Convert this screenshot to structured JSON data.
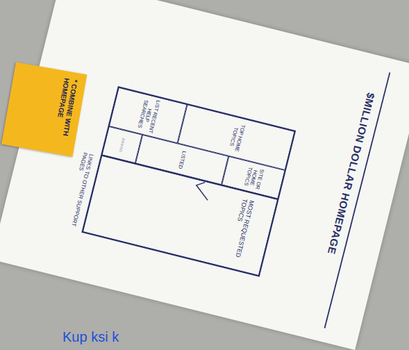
{
  "diagram": {
    "title": "$MILLION DOLLAR HOMEPAGE",
    "nodes": [
      {
        "text": [
          "TOP HOME TOPICS"
        ]
      },
      {
        "text": [
          "SITE OR HOME TOPICS"
        ]
      },
      {
        "text": [
          "LISTED"
        ]
      },
      {
        "text": [
          "LIST RECENT HELP SEARCHES"
        ]
      },
      {
        "text": [
          "○○○○○"
        ]
      },
      {
        "text": [
          "MOST REQUESTED TOPICS"
        ]
      },
      {
        "text": [
          "* COMBINE WITH HOMEPAGE"
        ]
      }
    ],
    "labels": [
      "LINKS TO OTHER SUPPORT PAGES",
      "Kup ksi k"
    ]
  }
}
